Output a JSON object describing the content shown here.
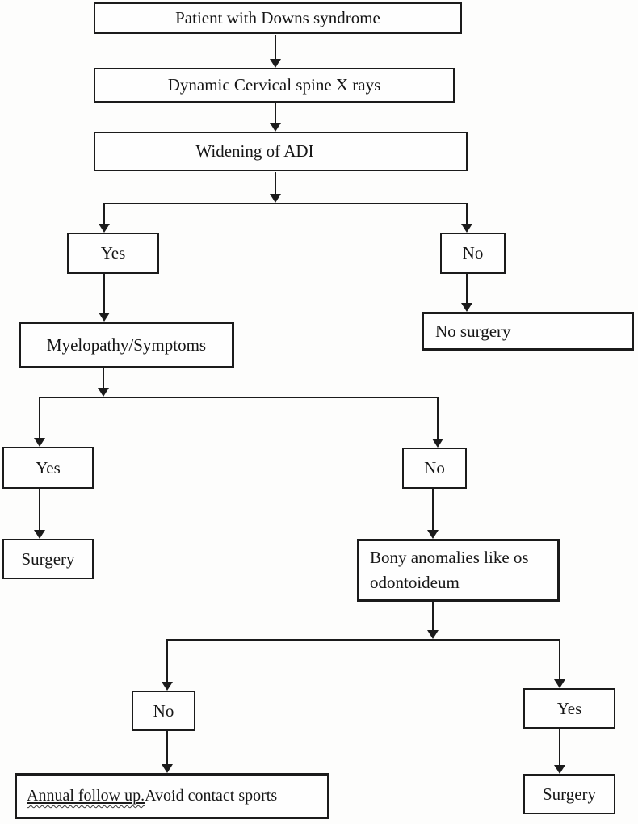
{
  "figure": {
    "background": "#fdfdfc",
    "line_color": "#1b1b1b",
    "type": "flowchart"
  },
  "nodes": {
    "patient": {
      "label": "Patient with Downs syndrome"
    },
    "xray": {
      "label": "Dynamic Cervical spine X rays"
    },
    "adi": {
      "label": "Widening of ADI"
    },
    "yes1": {
      "label": "Yes"
    },
    "no1": {
      "label": "No"
    },
    "myelopathy": {
      "label": "Myelopathy/Symptoms"
    },
    "no_surgery": {
      "label": "No surgery"
    },
    "yes2": {
      "label": "Yes"
    },
    "no2": {
      "label": "No"
    },
    "surgery_left": {
      "label": "Surgery"
    },
    "bony": {
      "label": "Bony anomalies like os odontoideum"
    },
    "no3": {
      "label": "No"
    },
    "yes3": {
      "label": "Yes"
    },
    "annual": {
      "label_underlined": "Annual follow up.",
      "label_rest": " Avoid contact sports"
    },
    "surgery_right": {
      "label": "Surgery"
    }
  },
  "edges": [
    {
      "from": "patient",
      "to": "xray"
    },
    {
      "from": "xray",
      "to": "adi"
    },
    {
      "from": "adi",
      "to": "yes1"
    },
    {
      "from": "adi",
      "to": "no1"
    },
    {
      "from": "yes1",
      "to": "myelopathy"
    },
    {
      "from": "no1",
      "to": "no_surgery"
    },
    {
      "from": "myelopathy",
      "to": "yes2"
    },
    {
      "from": "myelopathy",
      "to": "no2"
    },
    {
      "from": "yes2",
      "to": "surgery_left"
    },
    {
      "from": "no2",
      "to": "bony"
    },
    {
      "from": "bony",
      "to": "no3"
    },
    {
      "from": "bony",
      "to": "yes3"
    },
    {
      "from": "no3",
      "to": "annual"
    },
    {
      "from": "yes3",
      "to": "surgery_right"
    }
  ]
}
